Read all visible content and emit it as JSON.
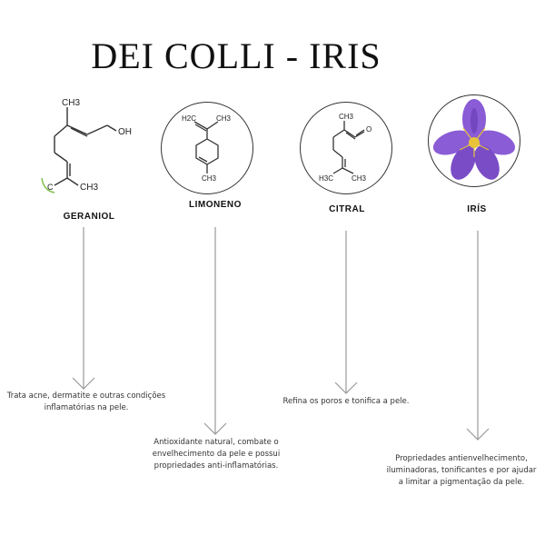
{
  "title": "DEI COLLI - IRIS",
  "ingredients": [
    {
      "name": "GERANIOL",
      "description": "Trata acne, dermatite e outras condições inflamatórias na pele.",
      "structure": {
        "top_group": "CH3",
        "end_group": "OH",
        "bottom_group": "CH3",
        "bottom_left": "C"
      }
    },
    {
      "name": "LIMONENO",
      "description": "Antioxidante natural, combate o envelhecimento da pele e possui propriedades anti-inflamatórias.",
      "structure": {
        "top_group_left": "H2C",
        "top_group_right": "CH3",
        "bottom_group": "CH3"
      }
    },
    {
      "name": "CITRAL",
      "description": "Refina os poros e tonifica a pele.",
      "structure": {
        "top_group": "CH3",
        "bottom_left": "H3C",
        "bottom_right": "CH3"
      }
    },
    {
      "name": "IRÍS",
      "description": "Propriedades antienvelhecimento, iluminadoras, tonificantes e por ajudar a limitar a pigmentação da pele.",
      "image_icon": "iris-flower-icon"
    }
  ],
  "colors": {
    "arrow": "#9a9a9a",
    "iris_petal": "#8a5cd6",
    "iris_petal_dark": "#5b34a8",
    "iris_center": "#e8c33a"
  }
}
